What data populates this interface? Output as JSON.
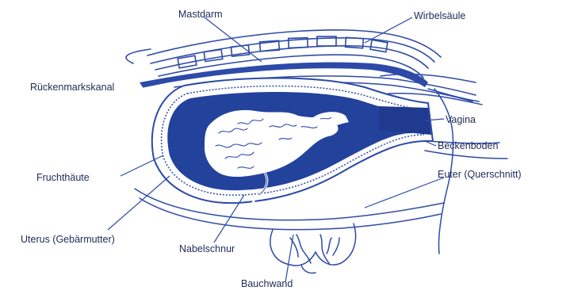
{
  "diagram": {
    "ink_color": "#2d4aa8",
    "fill_color": "#23429c",
    "label_color": "#1f2a55",
    "labels": {
      "mastdarm": "Mastdarm",
      "wirbelsaeule": "Wirbelsäule",
      "rueckenmarkskanal": "Rückenmarkskanal",
      "vagina": "Vagina",
      "beckenboden": "Beckenboden",
      "fruchthaeute": "Fruchthäute",
      "euter": "Euter (Querschnitt)",
      "uterus": "Uterus (Gebärmutter)",
      "nabelschnur": "Nabelschnur",
      "bauchwand": "Bauchwand"
    }
  }
}
